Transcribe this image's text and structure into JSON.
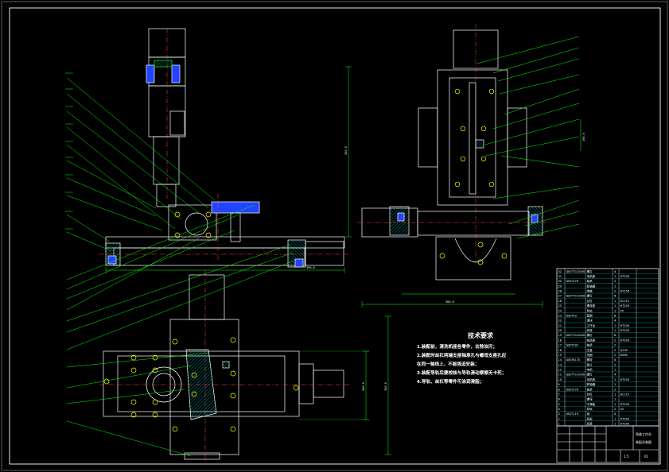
{
  "drawing": {
    "view": "CAD assembly drawing",
    "colors": {
      "background": "#000000",
      "outline": "#ffffff",
      "leader": "#00ff00",
      "hatch": "#00cccc",
      "bearing": "#2244ff",
      "hole": "#ffff00",
      "center": "#ff4444",
      "table": "#00ffff"
    }
  },
  "requirements": {
    "title": "技术要求",
    "lines": [
      "1.装配前，清洗机座各零件，去除油污；",
      "2.装配时丝杠两端支座轴承孔与螺母支座孔应",
      "  在同一轴线上，不能强迫安装；",
      "3.装配导轨后要校核与导轨滑动摩擦无卡死；",
      "4.导轨、丝杠等零件可涂润滑脂；"
    ]
  },
  "dimensions": {
    "front_width": "390.0",
    "side_height": "330.0",
    "side_width": "380.0",
    "top_height": "350.0",
    "top_inner": "280.0",
    "side_height_inner": "190.0"
  },
  "title_block": {
    "name_line1": "两维工作台",
    "name_line2": "装配总装图",
    "scale": "1:5",
    "sheet": "01"
  },
  "bom": {
    "rows": [
      [
        "32",
        "GB/T70-2000",
        "螺钉",
        "4",
        ""
      ],
      [
        "31",
        "",
        "电机座",
        "1",
        "HT200"
      ],
      [
        "30",
        "GB/T276",
        "轴承",
        "2",
        ""
      ],
      [
        "29",
        "",
        "联轴器",
        "1",
        ""
      ],
      [
        "28",
        "",
        "端盖",
        "2",
        "HT150"
      ],
      [
        "27",
        "GB/T70-2000",
        "螺钉",
        "8",
        ""
      ],
      [
        "26",
        "",
        "丝杠",
        "1",
        "GCr15"
      ],
      [
        "25",
        "",
        "螺母座",
        "1",
        "HT200"
      ],
      [
        "24",
        "",
        "导轨",
        "2",
        "45"
      ],
      [
        "23",
        "GB/T93",
        "垫圈",
        "8",
        ""
      ],
      [
        "22",
        "",
        "滑块",
        "4",
        ""
      ],
      [
        "21",
        "",
        "工作台",
        "1",
        "HT200"
      ],
      [
        "20",
        "",
        "底座",
        "1",
        "HT200"
      ],
      [
        "19",
        "GB/T70-2000",
        "螺钉",
        "6",
        ""
      ],
      [
        "18",
        "",
        "轴承座",
        "2",
        "HT200"
      ],
      [
        "17",
        "GB/T292",
        "轴承",
        "2",
        ""
      ],
      [
        "16",
        "",
        "压盖",
        "2",
        "Q235"
      ],
      [
        "15",
        "",
        "挡圈",
        "2",
        "65Mn"
      ],
      [
        "14",
        "GB/T6170",
        "螺母",
        "4",
        ""
      ],
      [
        "13",
        "",
        "垫片",
        "2",
        ""
      ],
      [
        "12",
        "",
        "电机",
        "1",
        ""
      ],
      [
        "11",
        "GB/T70-2000",
        "螺钉",
        "4",
        ""
      ],
      [
        "10",
        "",
        "电机座",
        "1",
        "HT200"
      ],
      [
        "9",
        "",
        "联轴器",
        "1",
        ""
      ],
      [
        "8",
        "GB/T276",
        "轴承",
        "2",
        ""
      ],
      [
        "7",
        "",
        "丝杠",
        "1",
        "GCr15"
      ],
      [
        "6",
        "",
        "螺母",
        "1",
        ""
      ],
      [
        "5",
        "",
        "中滑板",
        "1",
        "HT200"
      ],
      [
        "4",
        "",
        "导轨",
        "2",
        "45"
      ],
      [
        "3",
        "GB/T119",
        "销",
        "4",
        ""
      ],
      [
        "2",
        "",
        "底板",
        "1",
        "HT200"
      ],
      [
        "1",
        "",
        "底座",
        "1",
        "HT200"
      ]
    ]
  }
}
